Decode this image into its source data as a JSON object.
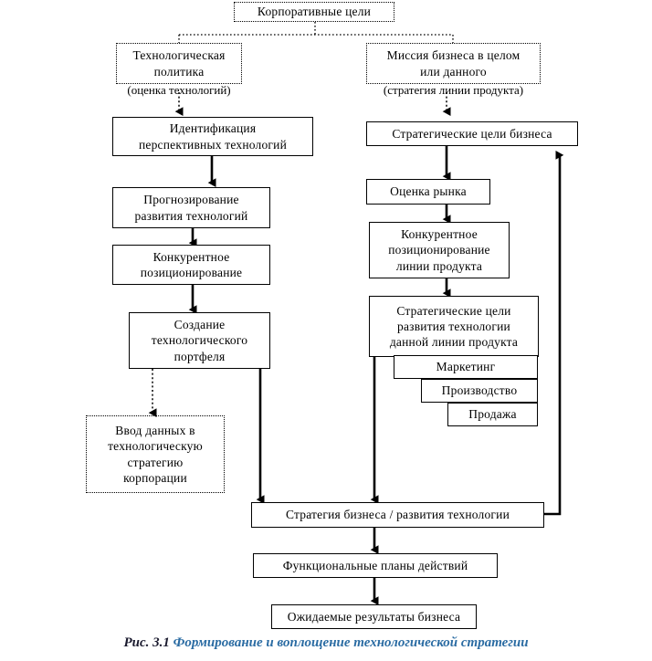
{
  "figure": {
    "number": "Рис. 3.1",
    "title": "Формирование и воплощение технологической стратегии"
  },
  "nodes": {
    "corporate_goals": {
      "label": "Корпоративные цели",
      "style": "dashed"
    },
    "tech_policy": {
      "label": "Технологическая\nполитика",
      "note": "(оценка технологий)",
      "style": "dashed"
    },
    "business_mission": {
      "label": "Миссия бизнеса в целом\nили данного",
      "note": "(стратегия линии продукта)",
      "style": "dashed"
    },
    "identify_tech": {
      "label": "Идентификация\nперспективных технологий",
      "style": "solid"
    },
    "forecast_tech": {
      "label": "Прогнозирование\nразвития технологий",
      "style": "solid"
    },
    "competitive_position_left": {
      "label": "Конкурентное\nпозиционирование",
      "style": "solid"
    },
    "tech_portfolio": {
      "label": "Создание\nтехнологического\nпортфеля",
      "style": "solid"
    },
    "corp_tech_strategy_input": {
      "label": "Ввод данных в\nтехнологическую\nстратегию\nкорпорации",
      "style": "dashed"
    },
    "strategic_business_goals": {
      "label": "Стратегические цели бизнеса",
      "style": "solid"
    },
    "market_assessment": {
      "label": "Оценка рынка",
      "style": "solid"
    },
    "product_line_positioning": {
      "label": "Конкурентное\nпозиционирование\nлинии продукта",
      "style": "solid"
    },
    "product_line_tech_goals": {
      "label": "Стратегические цели\nразвития технологии\nданной линии продукта",
      "style": "solid"
    },
    "marketing": {
      "label": "Маркетинг",
      "style": "solid"
    },
    "production": {
      "label": "Производство",
      "style": "solid"
    },
    "sales": {
      "label": "Продажа",
      "style": "solid"
    },
    "business_tech_strategy": {
      "label": "Стратегия бизнеса / развития технологии",
      "style": "solid"
    },
    "functional_action_plans": {
      "label": "Функциональные планы действий",
      "style": "solid"
    },
    "expected_business_results": {
      "label": "Ожидаемые результаты бизнеса",
      "style": "solid"
    }
  },
  "colors": {
    "line": "#000000",
    "box_border": "#000000",
    "caption_number": "#1a1a2e",
    "caption_title": "#2b6ca3",
    "background": "#ffffff"
  }
}
